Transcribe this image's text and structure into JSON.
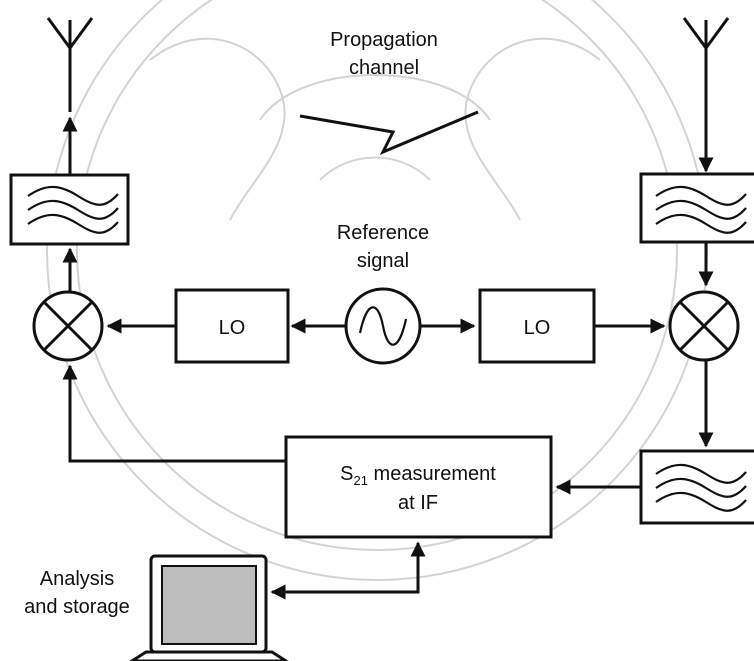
{
  "diagram": {
    "propagation_label_line1": "Propagation",
    "propagation_label_line2": "channel",
    "reference_label_line1": "Reference",
    "reference_label_line2": "signal",
    "lo_left_label": "LO",
    "lo_right_label": "LO",
    "measurement_label_s": "S",
    "measurement_label_sub": "21",
    "measurement_label_rest": " measurement",
    "measurement_label_line2": "at IF",
    "analysis_label_line1": "Analysis",
    "analysis_label_line2": "and storage"
  },
  "colors": {
    "line": "#111111",
    "screen": "#bdbdbd",
    "watermark": "#cfcfcf"
  },
  "icons": {
    "tx_antenna": "antenna-icon",
    "rx_antenna": "antenna-icon",
    "filters": "bandpass-filter-icon",
    "mixers": "mixer-icon",
    "oscillator": "sine-source-icon",
    "computer": "laptop-icon"
  }
}
